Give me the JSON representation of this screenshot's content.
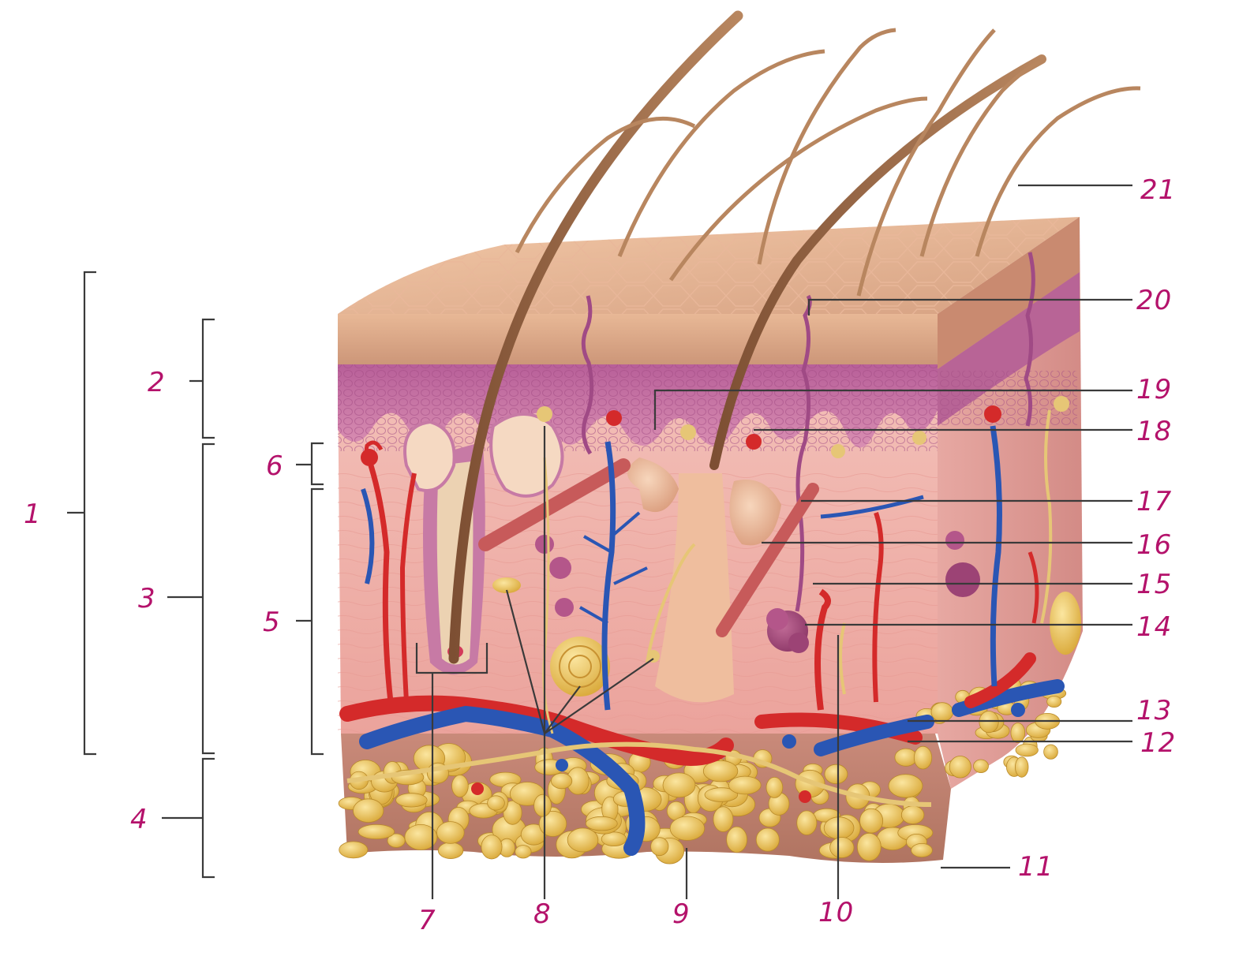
{
  "diagram": {
    "subject": "skin-cross-section",
    "labels": [
      "1",
      "2",
      "3",
      "4",
      "5",
      "6",
      "7",
      "8",
      "9",
      "10",
      "11",
      "12",
      "13",
      "14",
      "15",
      "16",
      "17",
      "18",
      "19",
      "20",
      "21"
    ]
  },
  "colors": {
    "label_ink": "#b4126b",
    "leader_line": "#3a3a3a",
    "epidermis": "#c9799f",
    "dermis": "#f0b3ad",
    "hypodermis_fat": "#e8bf55",
    "artery": "#d42a2a",
    "vein": "#2a56b4",
    "nerve": "#e6c676",
    "hair": "#9b6a48"
  }
}
